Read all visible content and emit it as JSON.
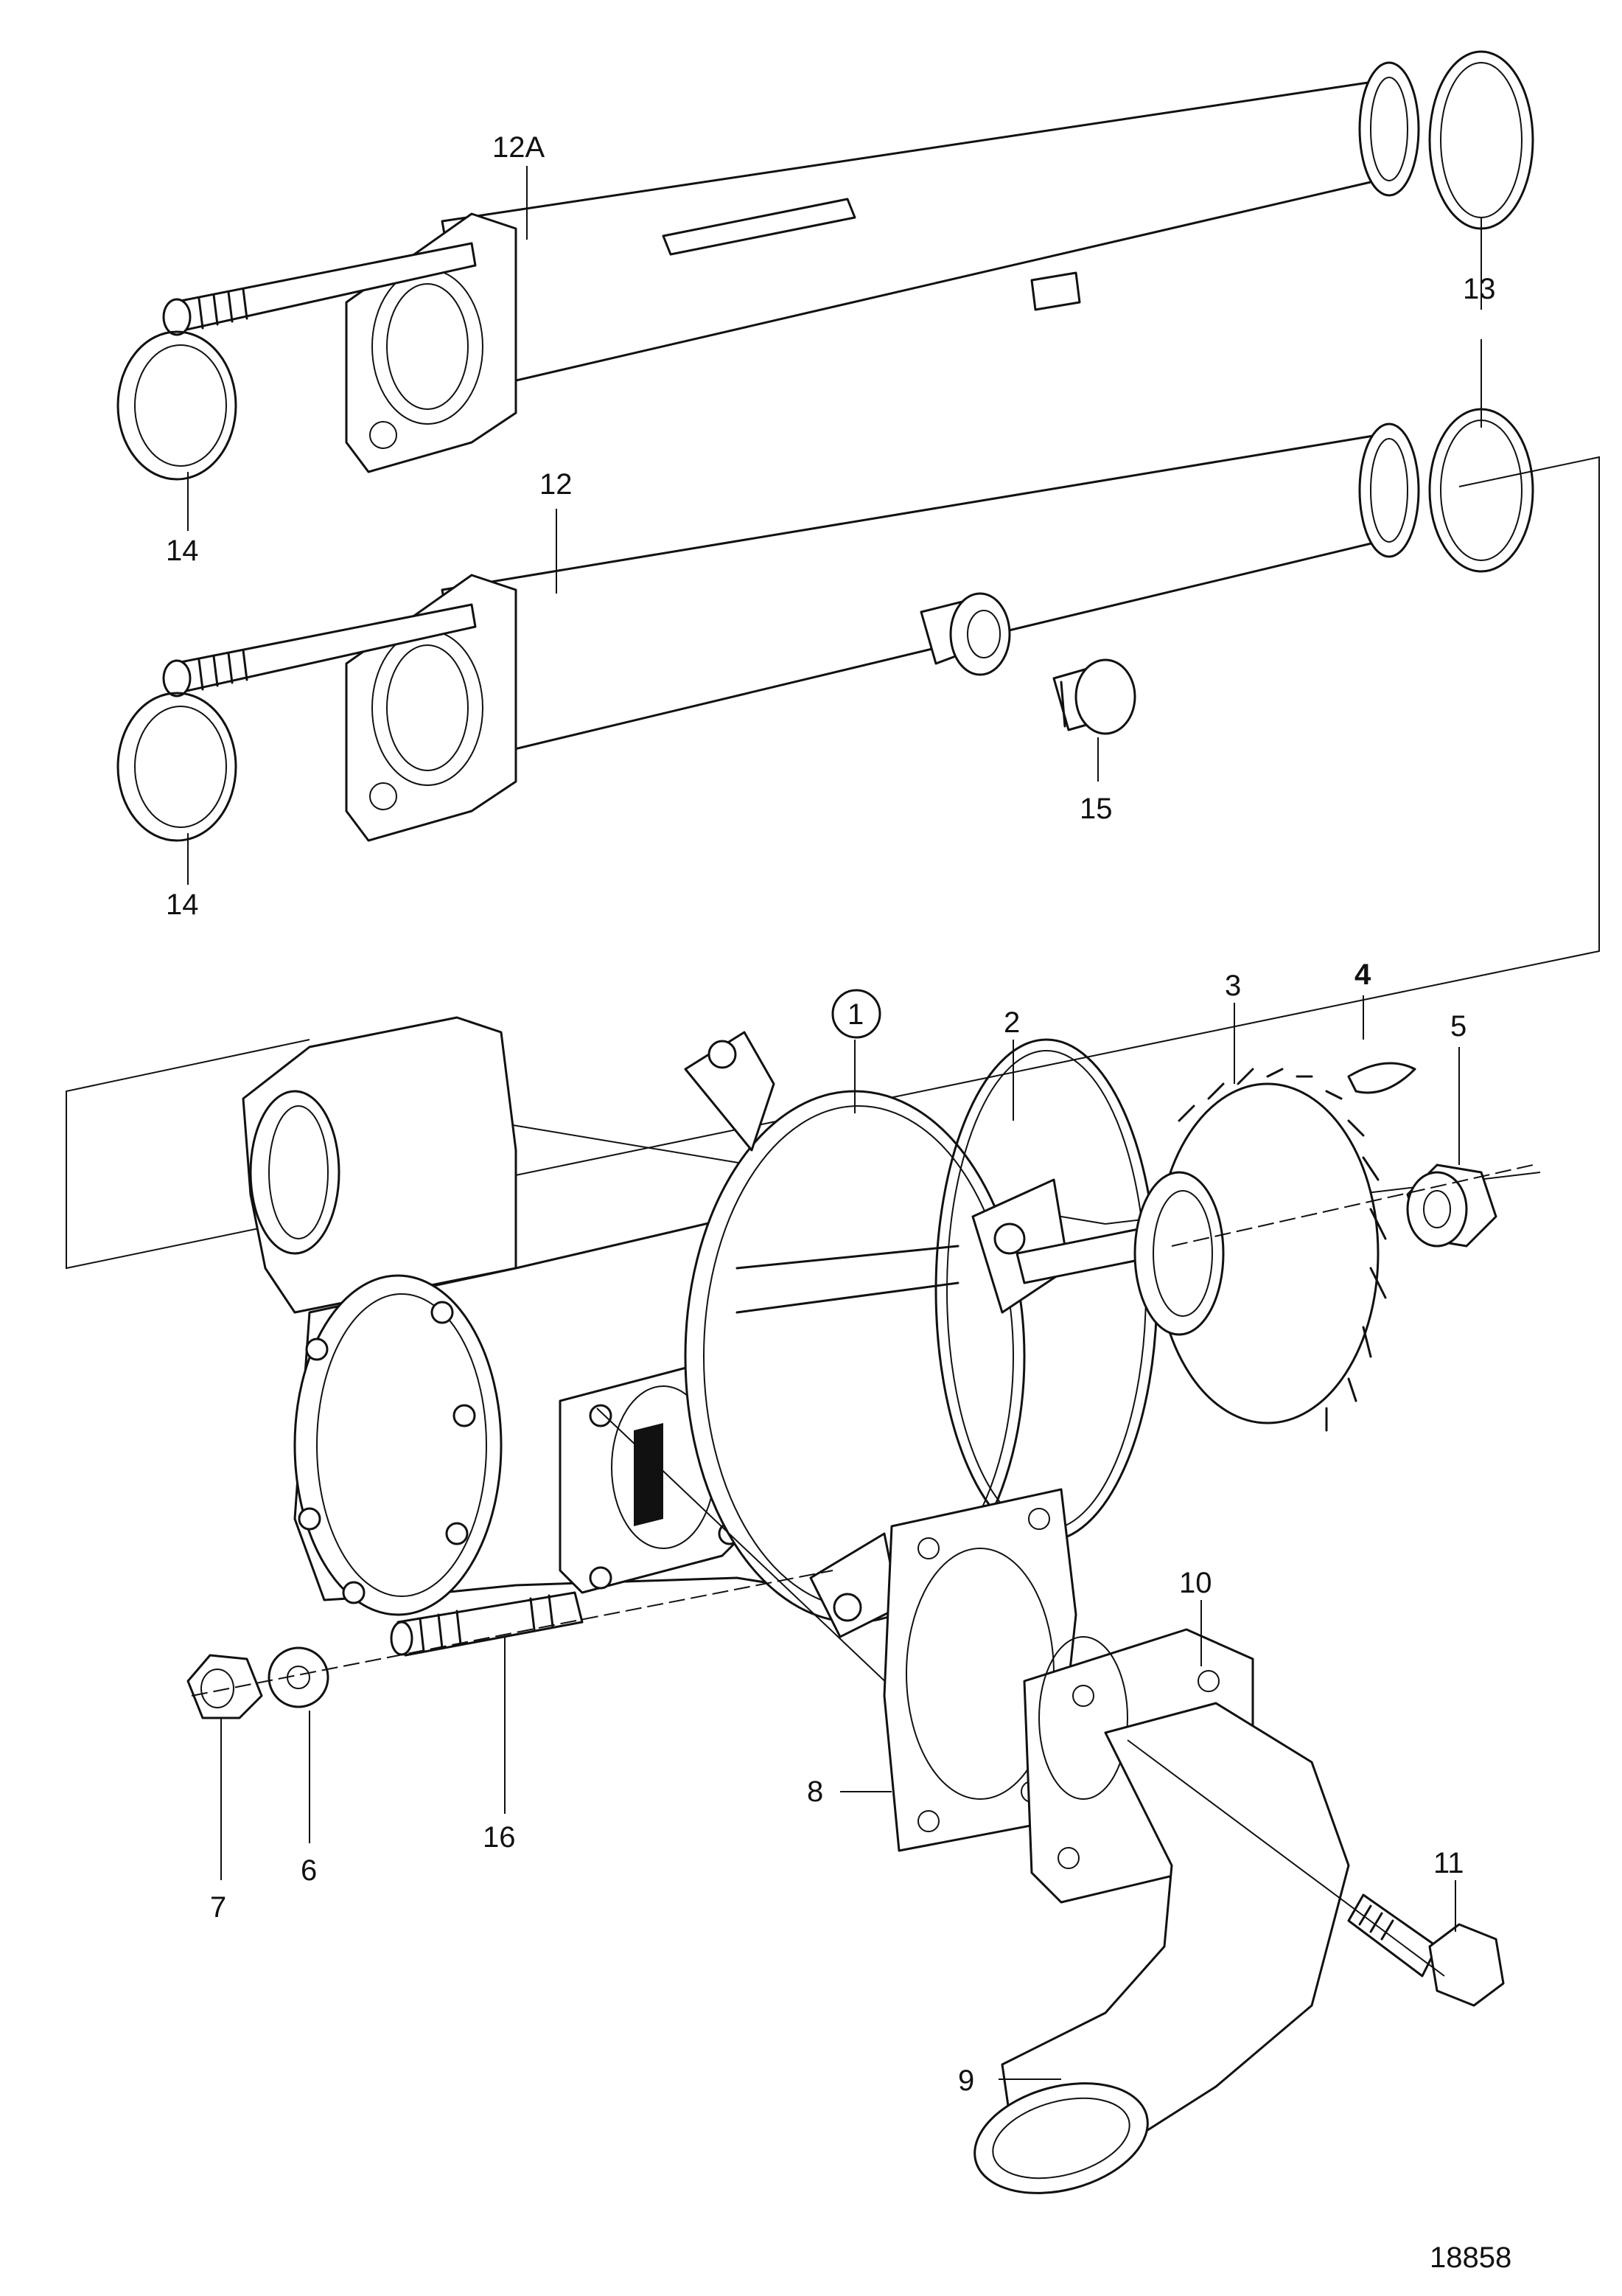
{
  "figure_number": "18858",
  "callouts": [
    {
      "id": "c-12A",
      "text": "12A"
    },
    {
      "id": "c-13",
      "text": "13"
    },
    {
      "id": "c-14a",
      "text": "14"
    },
    {
      "id": "c-12",
      "text": "12"
    },
    {
      "id": "c-15",
      "text": "15"
    },
    {
      "id": "c-14b",
      "text": "14"
    },
    {
      "id": "c-1",
      "text": "1"
    },
    {
      "id": "c-2",
      "text": "2"
    },
    {
      "id": "c-3",
      "text": "3"
    },
    {
      "id": "c-4",
      "text": "4"
    },
    {
      "id": "c-5",
      "text": "5"
    },
    {
      "id": "c-10",
      "text": "10"
    },
    {
      "id": "c-8",
      "text": "8"
    },
    {
      "id": "c-16",
      "text": "16"
    },
    {
      "id": "c-7",
      "text": "7"
    },
    {
      "id": "c-6",
      "text": "6"
    },
    {
      "id": "c-11",
      "text": "11"
    },
    {
      "id": "c-9",
      "text": "9"
    }
  ]
}
